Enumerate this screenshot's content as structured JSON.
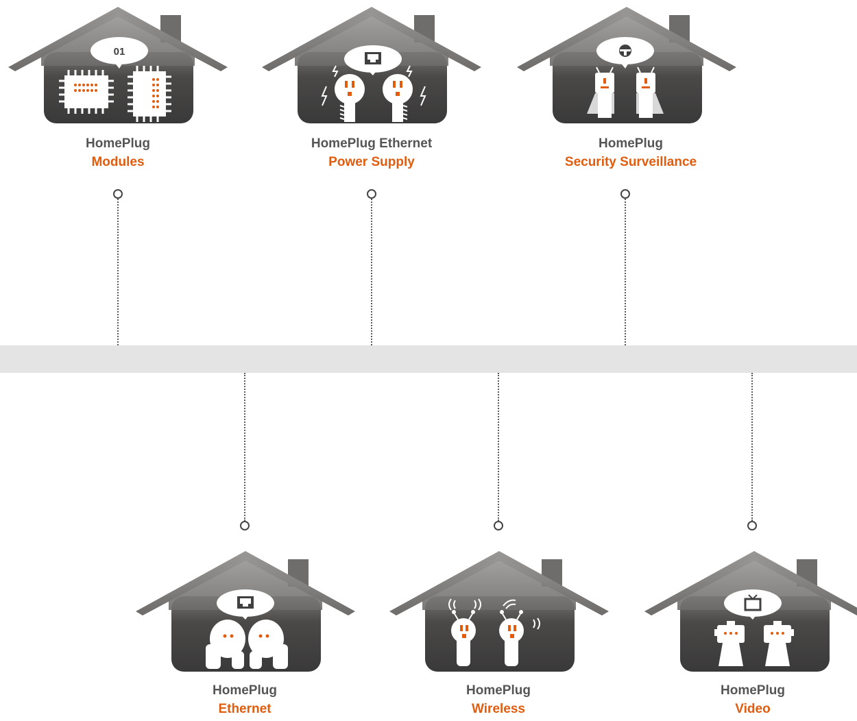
{
  "colors": {
    "accent": "#e05c0f",
    "house_dark": "#414040",
    "house_roof": "#8a8886",
    "band": "#e4e4e4",
    "text_gray": "#555555"
  },
  "products": [
    {
      "id": "modules",
      "line1": "HomePlug",
      "line2": "Modules",
      "bubble": "01",
      "bubble_icon": "text-01",
      "figure": "chips"
    },
    {
      "id": "power",
      "line1": "HomePlug Ethernet",
      "line2": "Power Supply",
      "bubble": "",
      "bubble_icon": "ethernet-port-icon",
      "figure": "sparky-plugs"
    },
    {
      "id": "security",
      "line1": "HomePlug",
      "line2": "Security Surveillance",
      "bubble": "",
      "bubble_icon": "lock-icon",
      "figure": "caped-plugs"
    },
    {
      "id": "ethernet",
      "line1": "HomePlug",
      "line2": "Ethernet",
      "bubble": "",
      "bubble_icon": "ethernet-port-icon",
      "figure": "blob-robots"
    },
    {
      "id": "wireless",
      "line1": "HomePlug",
      "line2": "Wireless",
      "bubble": "",
      "bubble_icon": "wifi-waves-icon",
      "figure": "antenna-robots"
    },
    {
      "id": "video",
      "line1": "HomePlug",
      "line2": "Video",
      "bubble": "",
      "bubble_icon": "tv-icon",
      "figure": "tv-robots"
    }
  ]
}
